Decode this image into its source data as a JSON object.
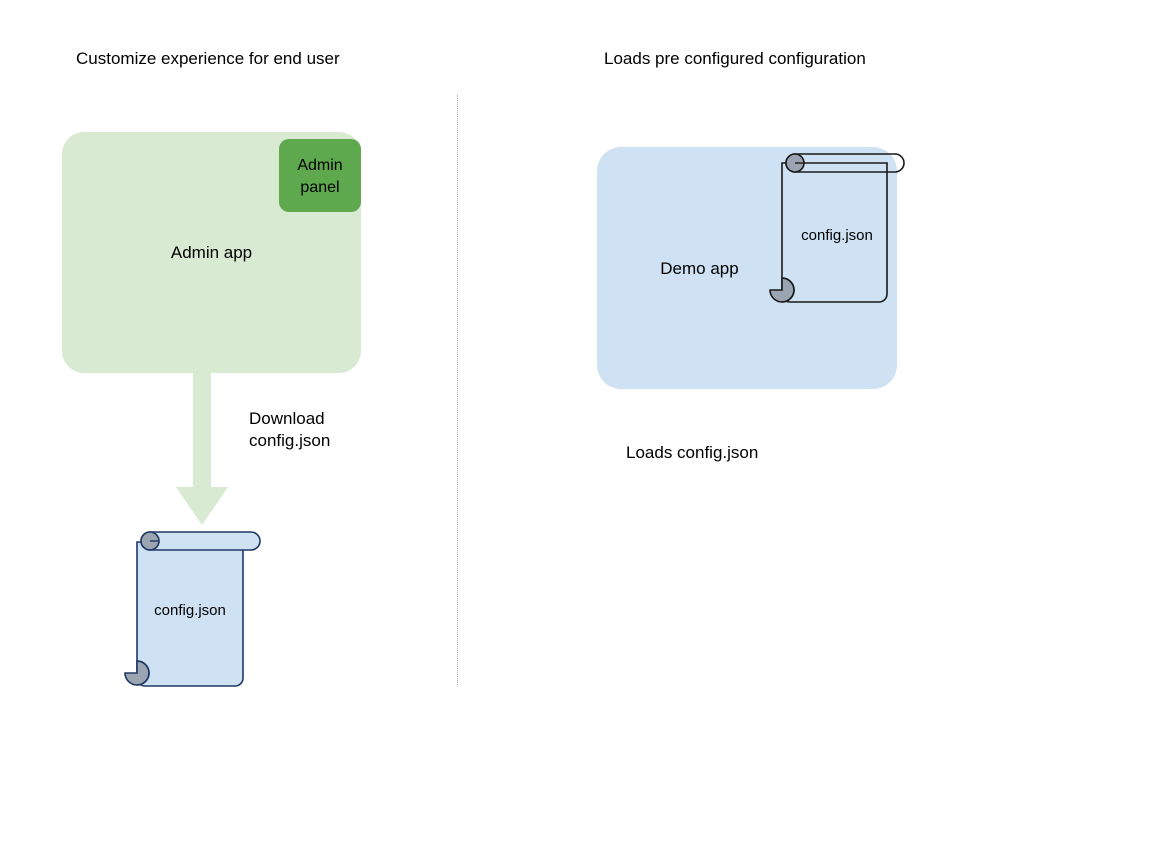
{
  "diagram": {
    "type": "flow-diagram",
    "background_color": "#ffffff",
    "left_section": {
      "title": "Customize experience for end user",
      "app": {
        "label": "Admin app",
        "fill_color": "#d9ead3"
      },
      "panel": {
        "label": "Admin panel",
        "label_line1": "Admin",
        "label_line2": "panel",
        "fill_color": "#5ea84e"
      },
      "arrow": {
        "label": "Download config.json",
        "label_line1": "Download",
        "label_line2": "config.json",
        "color": "#d9ead3",
        "direction": "down"
      },
      "document": {
        "label": "config.json",
        "fill_color": "#cfe2f3",
        "stroke_color": "#1f3864",
        "curl_color": "#9aa5b1"
      }
    },
    "right_section": {
      "title": "Loads pre configured configuration",
      "app": {
        "label": "Demo app",
        "fill_color": "#cfe2f3"
      },
      "document": {
        "label": "config.json",
        "fill_color": "transparent",
        "stroke_color": "#1a1a1a",
        "curl_color": "#9aa5b1"
      },
      "caption": "Loads config.json"
    },
    "divider": {
      "style": "dotted",
      "color": "#b0b0b0"
    }
  }
}
